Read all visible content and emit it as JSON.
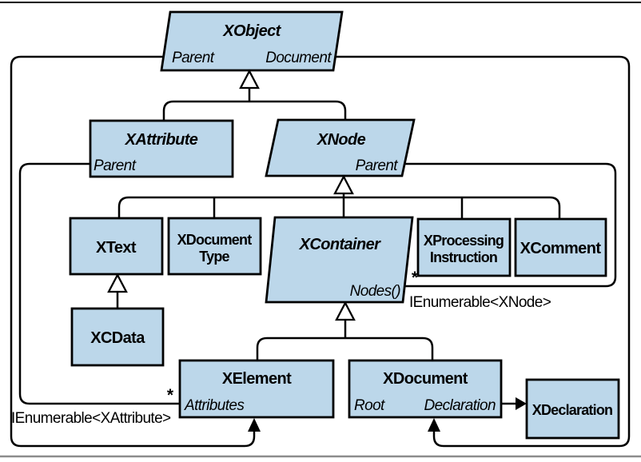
{
  "diagram": {
    "classes": {
      "xobject": {
        "title": "XObject",
        "left_label": "Parent",
        "right_label": "Document"
      },
      "xattribute": {
        "title": "XAttribute",
        "left_label": "Parent"
      },
      "xnode": {
        "title": "XNode",
        "right_label": "Parent"
      },
      "xtext": {
        "title": "XText"
      },
      "xdocumenttype": {
        "title_line1": "XDocument",
        "title_line2": "Type"
      },
      "xcontainer": {
        "title": "XContainer",
        "right_label": "Nodes()"
      },
      "xprocessinginstruction": {
        "title_line1": "XProcessing",
        "title_line2": "Instruction"
      },
      "xcomment": {
        "title": "XComment"
      },
      "xcdata": {
        "title": "XCData"
      },
      "xelement": {
        "title": "XElement",
        "left_label": "Attributes"
      },
      "xdocument": {
        "title": "XDocument",
        "left_label": "Root",
        "right_label": "Declaration"
      },
      "xdeclaration": {
        "title": "XDeclaration"
      }
    },
    "annotations": {
      "attributes_multiplicity": "*",
      "attributes_type": "IEnumerable<XAttribute>",
      "nodes_multiplicity": "*",
      "nodes_type": "IEnumerable<XNode>"
    },
    "colors": {
      "box_fill": "#bcd7ea",
      "box_stroke": "#000000",
      "background": "#ffffff",
      "bottom_rule": "#8c8c8c"
    }
  }
}
